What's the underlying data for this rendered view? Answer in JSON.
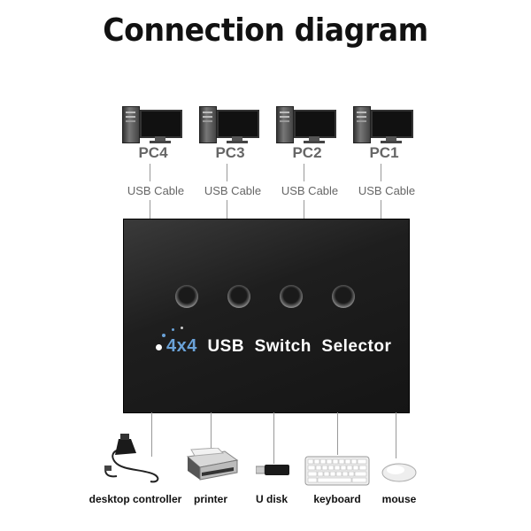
{
  "title": "Connection diagram",
  "pcs": [
    {
      "label": "PC4",
      "cable": "USB Cable"
    },
    {
      "label": "PC3",
      "cable": "USB Cable"
    },
    {
      "label": "PC2",
      "cable": "USB Cable"
    },
    {
      "label": "PC1",
      "cable": "USB Cable"
    }
  ],
  "box": {
    "number": "4x4",
    "label": "USB  Switch  Selector"
  },
  "devices": [
    {
      "label": "desktop controller"
    },
    {
      "label": "printer"
    },
    {
      "label": "U disk"
    },
    {
      "label": "keyboard"
    },
    {
      "label": "mouse"
    }
  ],
  "colors": {
    "box": "#1e1e1e",
    "accent": "#6aa2d8",
    "line": "#999999"
  }
}
